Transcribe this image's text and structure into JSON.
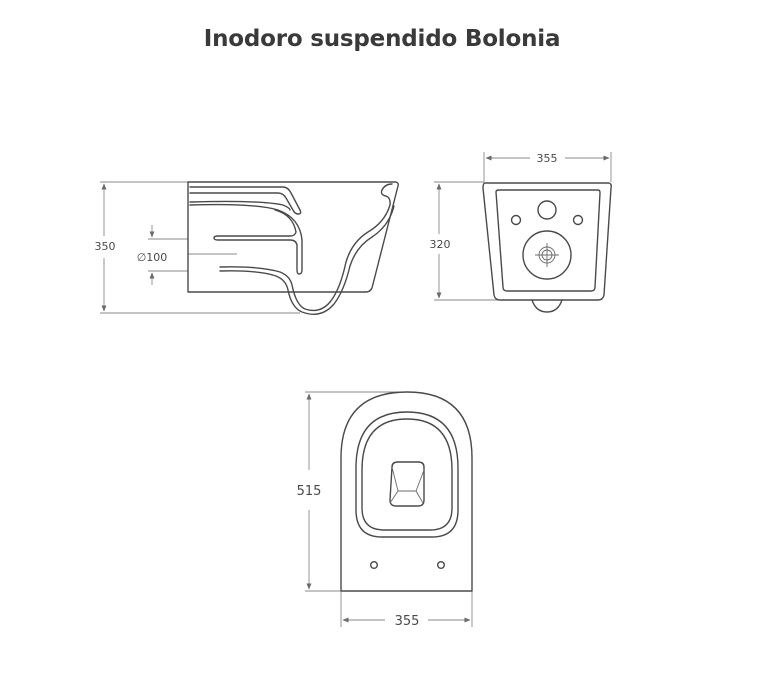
{
  "title": "Inodoro suspendido Bolonia",
  "views": {
    "side": {
      "height_label": "350",
      "pipe_label": "∅100"
    },
    "rear": {
      "width_label": "355",
      "height_label": "320"
    },
    "top": {
      "length_label": "515",
      "width_label": "355"
    }
  },
  "colors": {
    "line": "#4a4a4a",
    "dimension": "#8a8a8a",
    "title": "#3a3a3a"
  }
}
